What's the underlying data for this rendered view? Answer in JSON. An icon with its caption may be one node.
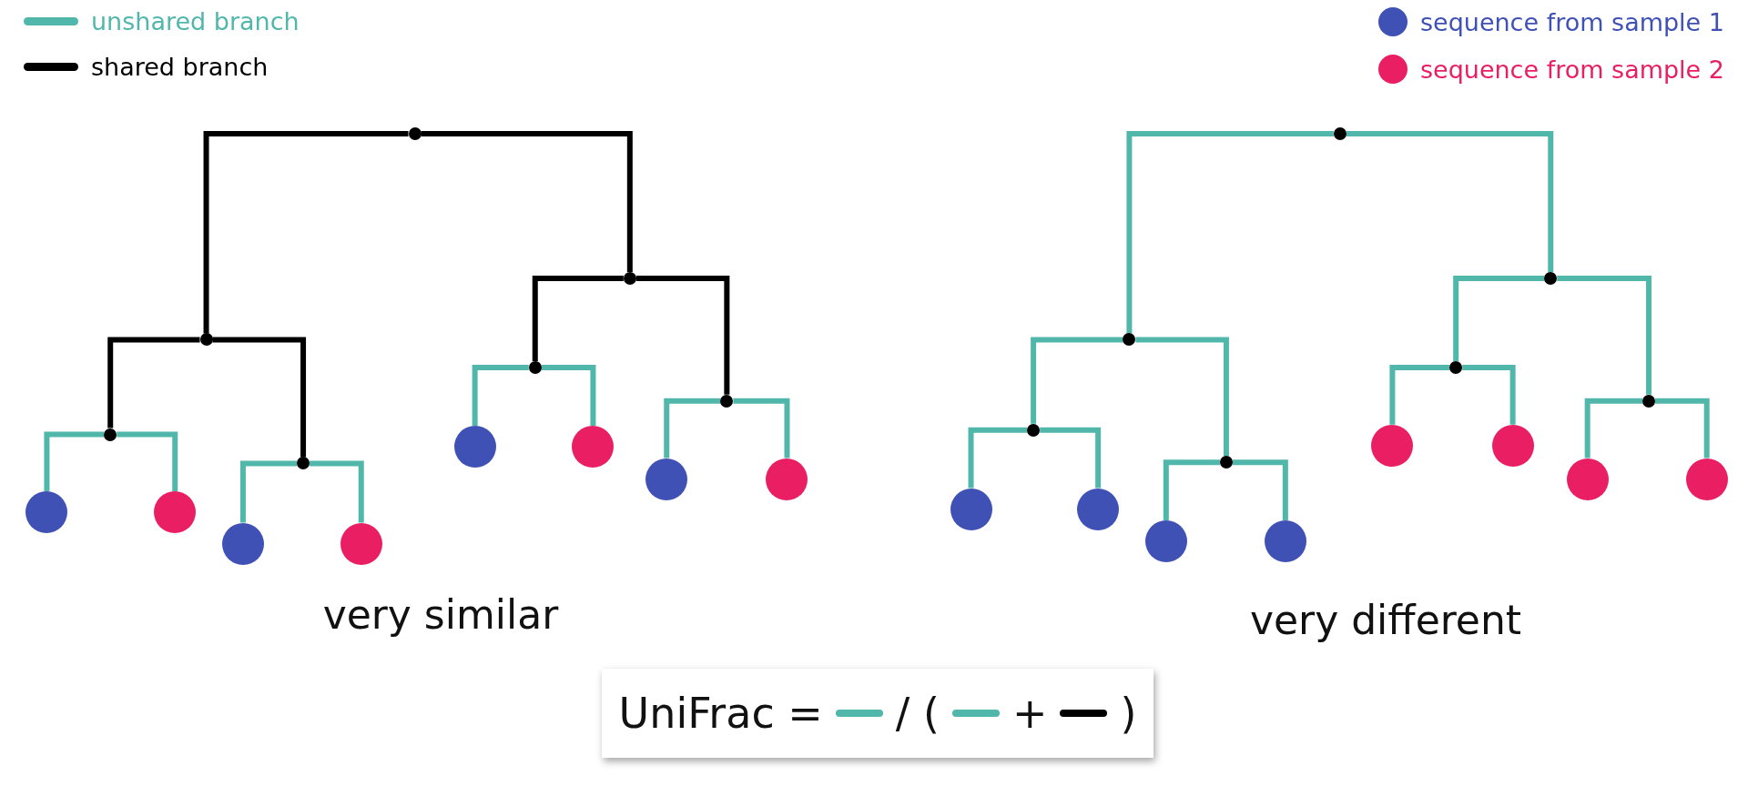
{
  "diagram": {
    "nodes": [
      {
        "text": [],
        "shape": "dot"
      },
      {
        "text": [],
        "shape": "dot"
      },
      {
        "text": [],
        "shape": "dot"
      },
      {
        "text": [],
        "shape": "circle"
      },
      {
        "text": [],
        "shape": "circle"
      },
      {
        "text": [],
        "shape": "dot"
      },
      {
        "text": [],
        "shape": "circle"
      },
      {
        "text": [],
        "shape": "circle"
      },
      {
        "text": [],
        "shape": "dot"
      },
      {
        "text": [],
        "shape": "dot"
      },
      {
        "text": [],
        "shape": "circle"
      },
      {
        "text": [],
        "shape": "circle"
      },
      {
        "text": [],
        "shape": "dot"
      },
      {
        "text": [],
        "shape": "circle"
      },
      {
        "text": [],
        "shape": "circle"
      },
      {
        "text": [],
        "shape": "dot"
      },
      {
        "text": [],
        "shape": "dot"
      },
      {
        "text": [],
        "shape": "dot"
      },
      {
        "text": [],
        "shape": "circle"
      },
      {
        "text": [],
        "shape": "circle"
      },
      {
        "text": [],
        "shape": "dot"
      },
      {
        "text": [],
        "shape": "circle"
      },
      {
        "text": [],
        "shape": "circle"
      },
      {
        "text": [],
        "shape": "dot"
      },
      {
        "text": [],
        "shape": "dot"
      },
      {
        "text": [],
        "shape": "circle"
      },
      {
        "text": [],
        "shape": "circle"
      },
      {
        "text": [],
        "shape": "dot"
      },
      {
        "text": [],
        "shape": "circle"
      },
      {
        "text": [],
        "shape": "circle"
      },
      {
        "text": [
          "UniFrac =",
          "/ (",
          "+",
          ")"
        ]
      }
    ],
    "edges": [
      {
        "from": 0,
        "to": 1,
        "arrow": "none",
        "color": "#000000"
      },
      {
        "from": 1,
        "to": 2,
        "arrow": "none",
        "color": "#000000"
      },
      {
        "from": 2,
        "to": 3,
        "arrow": "none"
      },
      {
        "from": 2,
        "to": 4,
        "arrow": "none"
      },
      {
        "from": 1,
        "to": 5,
        "arrow": "none",
        "color": "#000000"
      },
      {
        "from": 5,
        "to": 6,
        "arrow": "none"
      },
      {
        "from": 5,
        "to": 7,
        "arrow": "none"
      },
      {
        "from": 0,
        "to": 8,
        "arrow": "none",
        "color": "#000000"
      },
      {
        "from": 8,
        "to": 9,
        "arrow": "none",
        "color": "#000000"
      },
      {
        "from": 9,
        "to": 10,
        "arrow": "none"
      },
      {
        "from": 9,
        "to": 11,
        "arrow": "none"
      },
      {
        "from": 8,
        "to": 12,
        "arrow": "none",
        "color": "#000000"
      },
      {
        "from": 12,
        "to": 13,
        "arrow": "none"
      },
      {
        "from": 12,
        "to": 14,
        "arrow": "none"
      },
      {
        "from": 15,
        "to": 16,
        "arrow": "none"
      },
      {
        "from": 16,
        "to": 17,
        "arrow": "none"
      },
      {
        "from": 17,
        "to": 18,
        "arrow": "none"
      },
      {
        "from": 17,
        "to": 19,
        "arrow": "none"
      },
      {
        "from": 16,
        "to": 20,
        "arrow": "none"
      },
      {
        "from": 20,
        "to": 21,
        "arrow": "none"
      },
      {
        "from": 20,
        "to": 22,
        "arrow": "none"
      },
      {
        "from": 15,
        "to": 23,
        "arrow": "none"
      },
      {
        "from": 23,
        "to": 24,
        "arrow": "none"
      },
      {
        "from": 24,
        "to": 25,
        "arrow": "none"
      },
      {
        "from": 24,
        "to": 26,
        "arrow": "none"
      },
      {
        "from": 23,
        "to": 27,
        "arrow": "none"
      },
      {
        "from": 27,
        "to": 28,
        "arrow": "none"
      },
      {
        "from": 27,
        "to": 29,
        "arrow": "none"
      }
    ],
    "labels": [
      "very similar",
      "very different"
    ],
    "legend": [
      {
        "text": "unshared branch",
        "color": "#52b7ab"
      },
      {
        "text": "shared branch",
        "color": "#000000"
      },
      {
        "text": "sequence from sample 1",
        "color": "#3f51b5"
      },
      {
        "text": "sequence from sample 2",
        "color": "#e91e63"
      }
    ]
  }
}
